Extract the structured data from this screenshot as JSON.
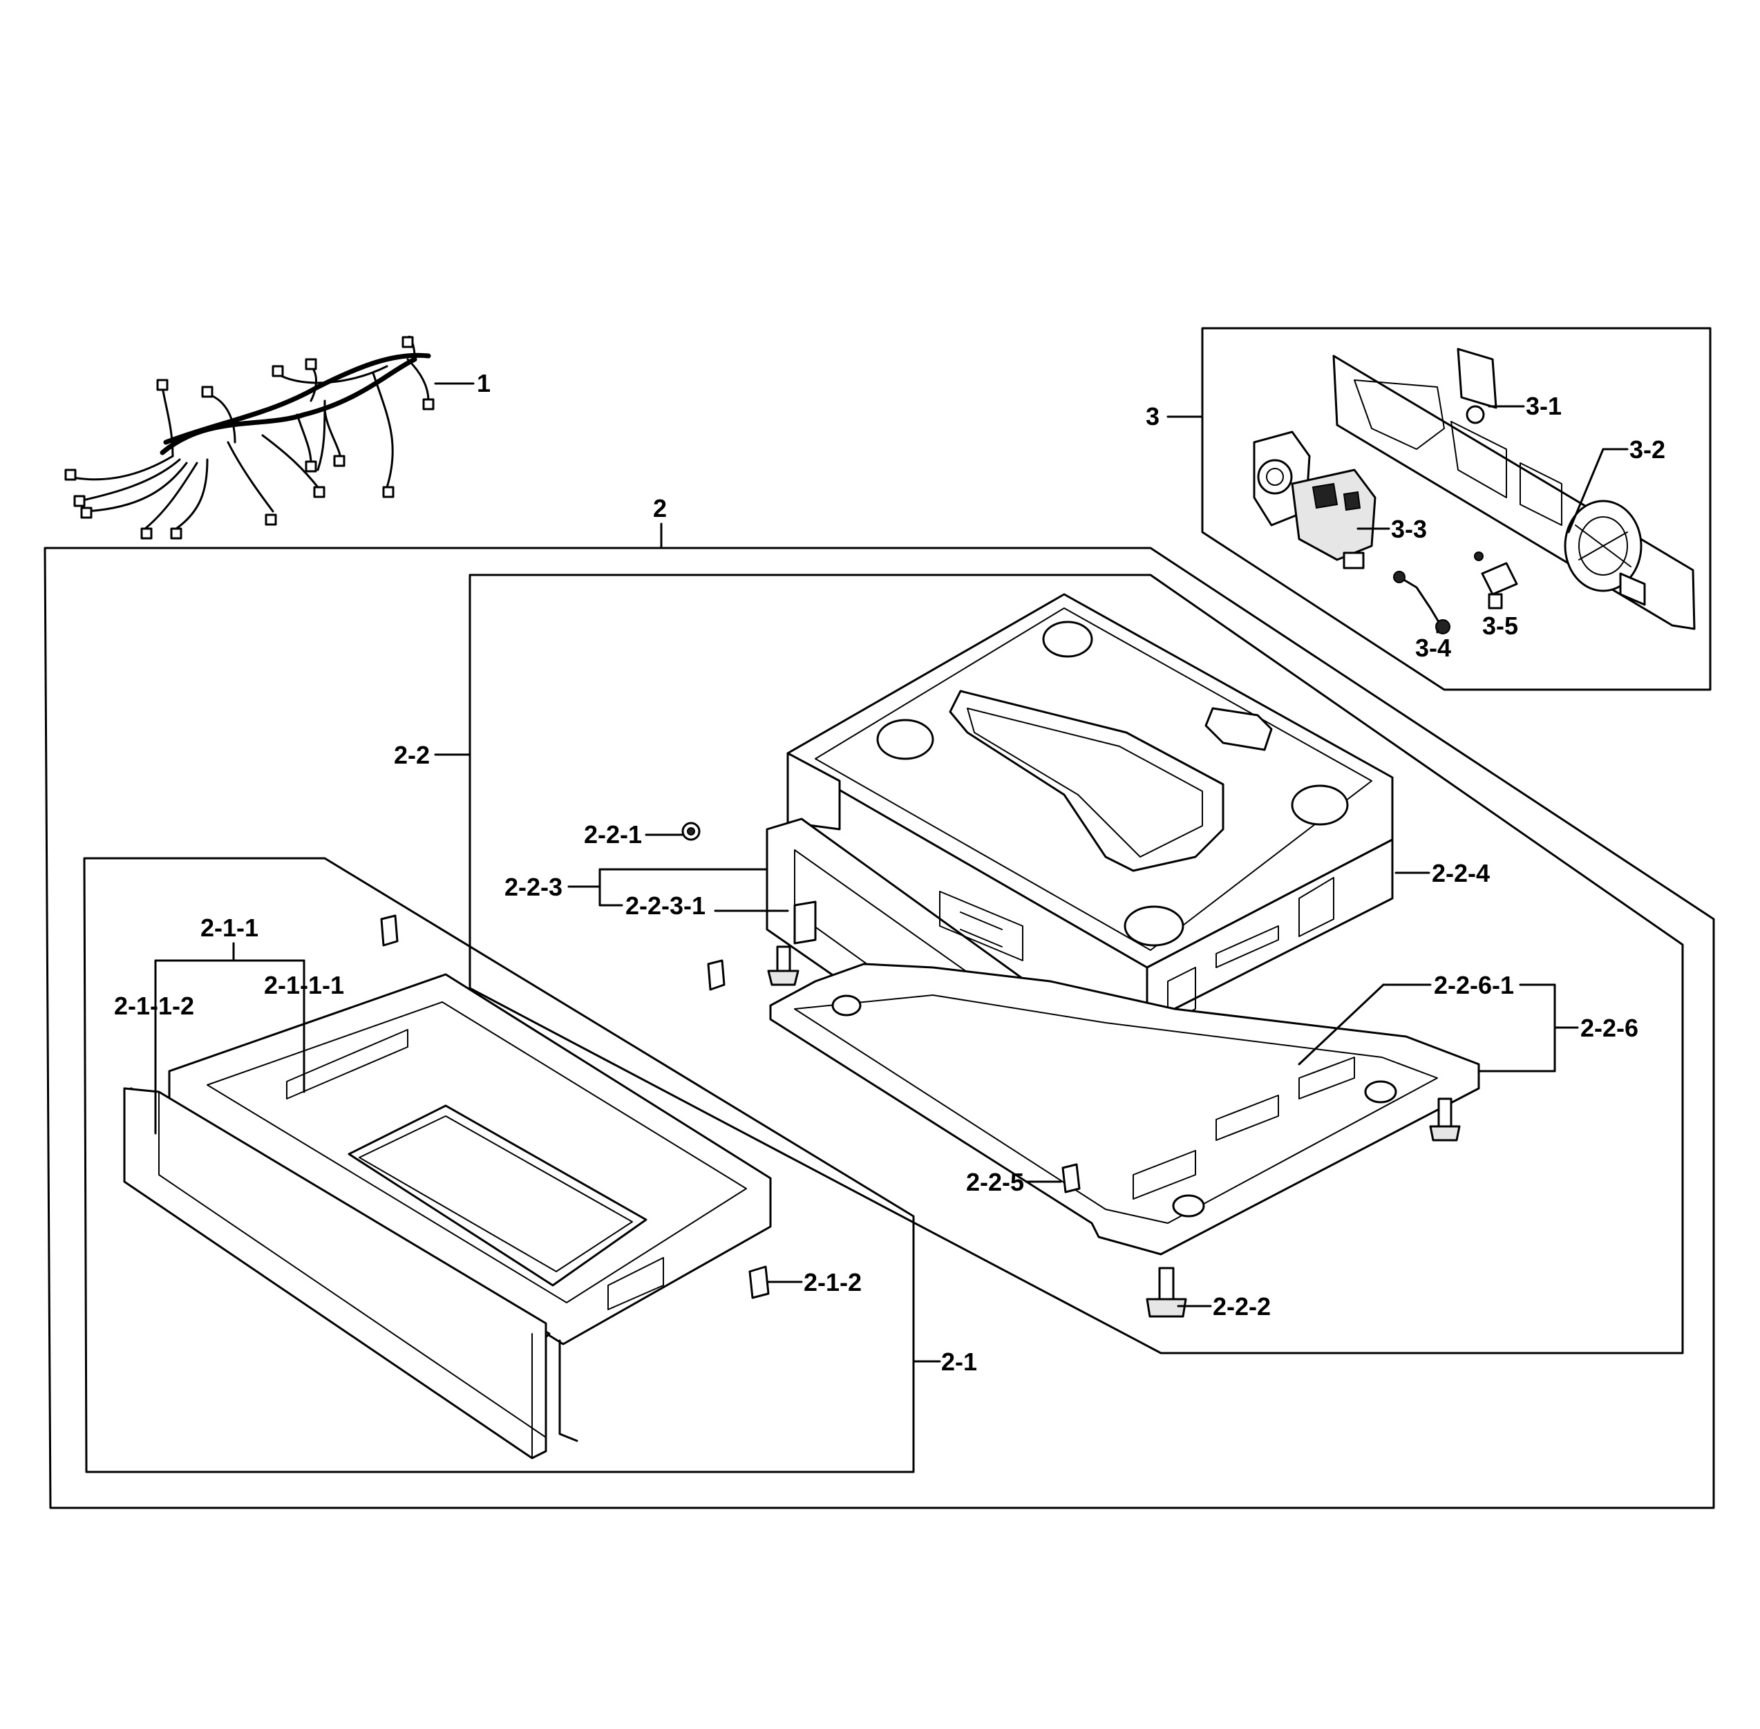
{
  "labels": {
    "p1": "1",
    "p2": "2",
    "p2_1": "2-1",
    "p2_1_1": "2-1-1",
    "p2_1_1_1": "2-1-1-1",
    "p2_1_1_2": "2-1-1-2",
    "p2_1_2": "2-1-2",
    "p2_2": "2-2",
    "p2_2_1": "2-2-1",
    "p2_2_2": "2-2-2",
    "p2_2_3": "2-2-3",
    "p2_2_3_1": "2-2-3-1",
    "p2_2_4": "2-2-4",
    "p2_2_5": "2-2-5",
    "p2_2_6": "2-2-6",
    "p2_2_6_1": "2-2-6-1",
    "p3": "3",
    "p3_1": "3-1",
    "p3_2": "3-2",
    "p3_3": "3-3",
    "p3_4": "3-4",
    "p3_5": "3-5"
  },
  "icons": {
    "harness": "wire-harness-icon",
    "drawer": "drawer-icon",
    "cabinet": "cabinet-top-icon",
    "frame": "base-frame-icon",
    "control": "control-assembly-icon"
  },
  "colors": {
    "line": "#000000",
    "background": "#ffffff"
  }
}
